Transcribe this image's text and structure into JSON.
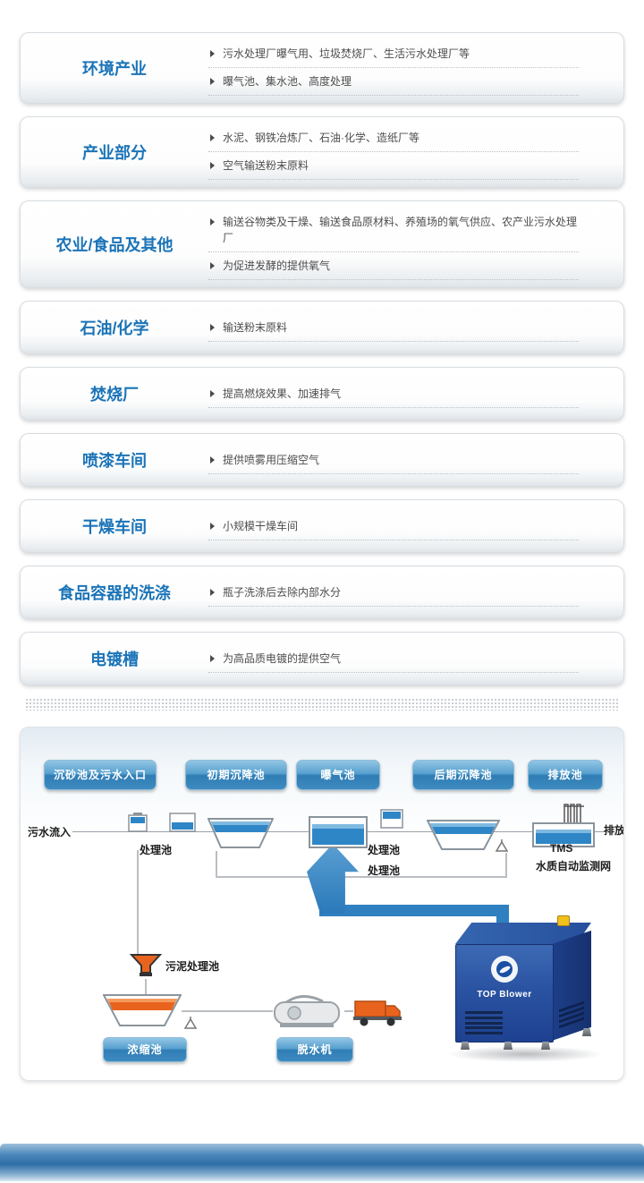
{
  "colors": {
    "title_blue": "#1b74b8",
    "body_text": "#4d4d4d",
    "pill_blue": "#3380b8",
    "water_blue": "#2f86c6",
    "orange": "#e8641e",
    "arrow_blue": "#2e80c0",
    "machine_navy": "#24479a"
  },
  "panels": [
    {
      "title": "环境产业",
      "items": [
        "污水处理厂曝气用、垃圾焚烧厂、生活污水处理厂等",
        "曝气池、集水池、高度处理"
      ]
    },
    {
      "title": "产业部分",
      "items": [
        "水泥、钢铁冶炼厂、石油·化学、造纸厂等",
        "空气输送粉末原料"
      ]
    },
    {
      "title": "农业/食品及其他",
      "items": [
        "输送谷物类及干燥、输送食品原材料、养殖场的氧气供应、农产业污水处理厂",
        "为促进发酵的提供氧气"
      ]
    },
    {
      "title": "石油/化学",
      "items": [
        "输送粉末原料"
      ]
    },
    {
      "title": "焚烧厂",
      "items": [
        "提高燃烧效果、加速排气"
      ]
    },
    {
      "title": "喷漆车间",
      "items": [
        "提供喷雾用压缩空气"
      ]
    },
    {
      "title": "干燥车间",
      "items": [
        "小规模干燥车间"
      ]
    },
    {
      "title": "食品容器的洗涤",
      "items": [
        "瓶子洗涤后去除内部水分"
      ]
    },
    {
      "title": "电镀槽",
      "items": [
        "为高品质电镀的提供空气"
      ]
    }
  ],
  "diagram": {
    "stages": [
      "沉砂池及污水入口",
      "初期沉降池",
      "曝气池",
      "后期沉降池",
      "排放池"
    ],
    "bottom_stages": [
      "浓缩池",
      "脱水机"
    ],
    "labels": {
      "inflow": "污水流入",
      "treatment_1": "处理池",
      "treatment_2": "处理池",
      "treatment_3": "处理池",
      "discharge": "排放",
      "tms": "TMS",
      "tms_network": "水质自动监测网",
      "sludge_tank": "污泥处理池",
      "blower_brand": "TOP Blower"
    },
    "icons": [
      "inlet-pump-icon",
      "inlet-box-icon",
      "primary-settling-tank-icon",
      "aeration-tank-icon",
      "overflow-box-icon",
      "secondary-settling-tank-icon",
      "aerator-cone-icon",
      "screen-grate-icon",
      "discharge-tank-icon",
      "sludge-funnel-icon",
      "thickener-tank-icon",
      "dewatering-machine-icon",
      "sludge-truck-icon",
      "blower-machine",
      "air-up-arrow"
    ]
  }
}
